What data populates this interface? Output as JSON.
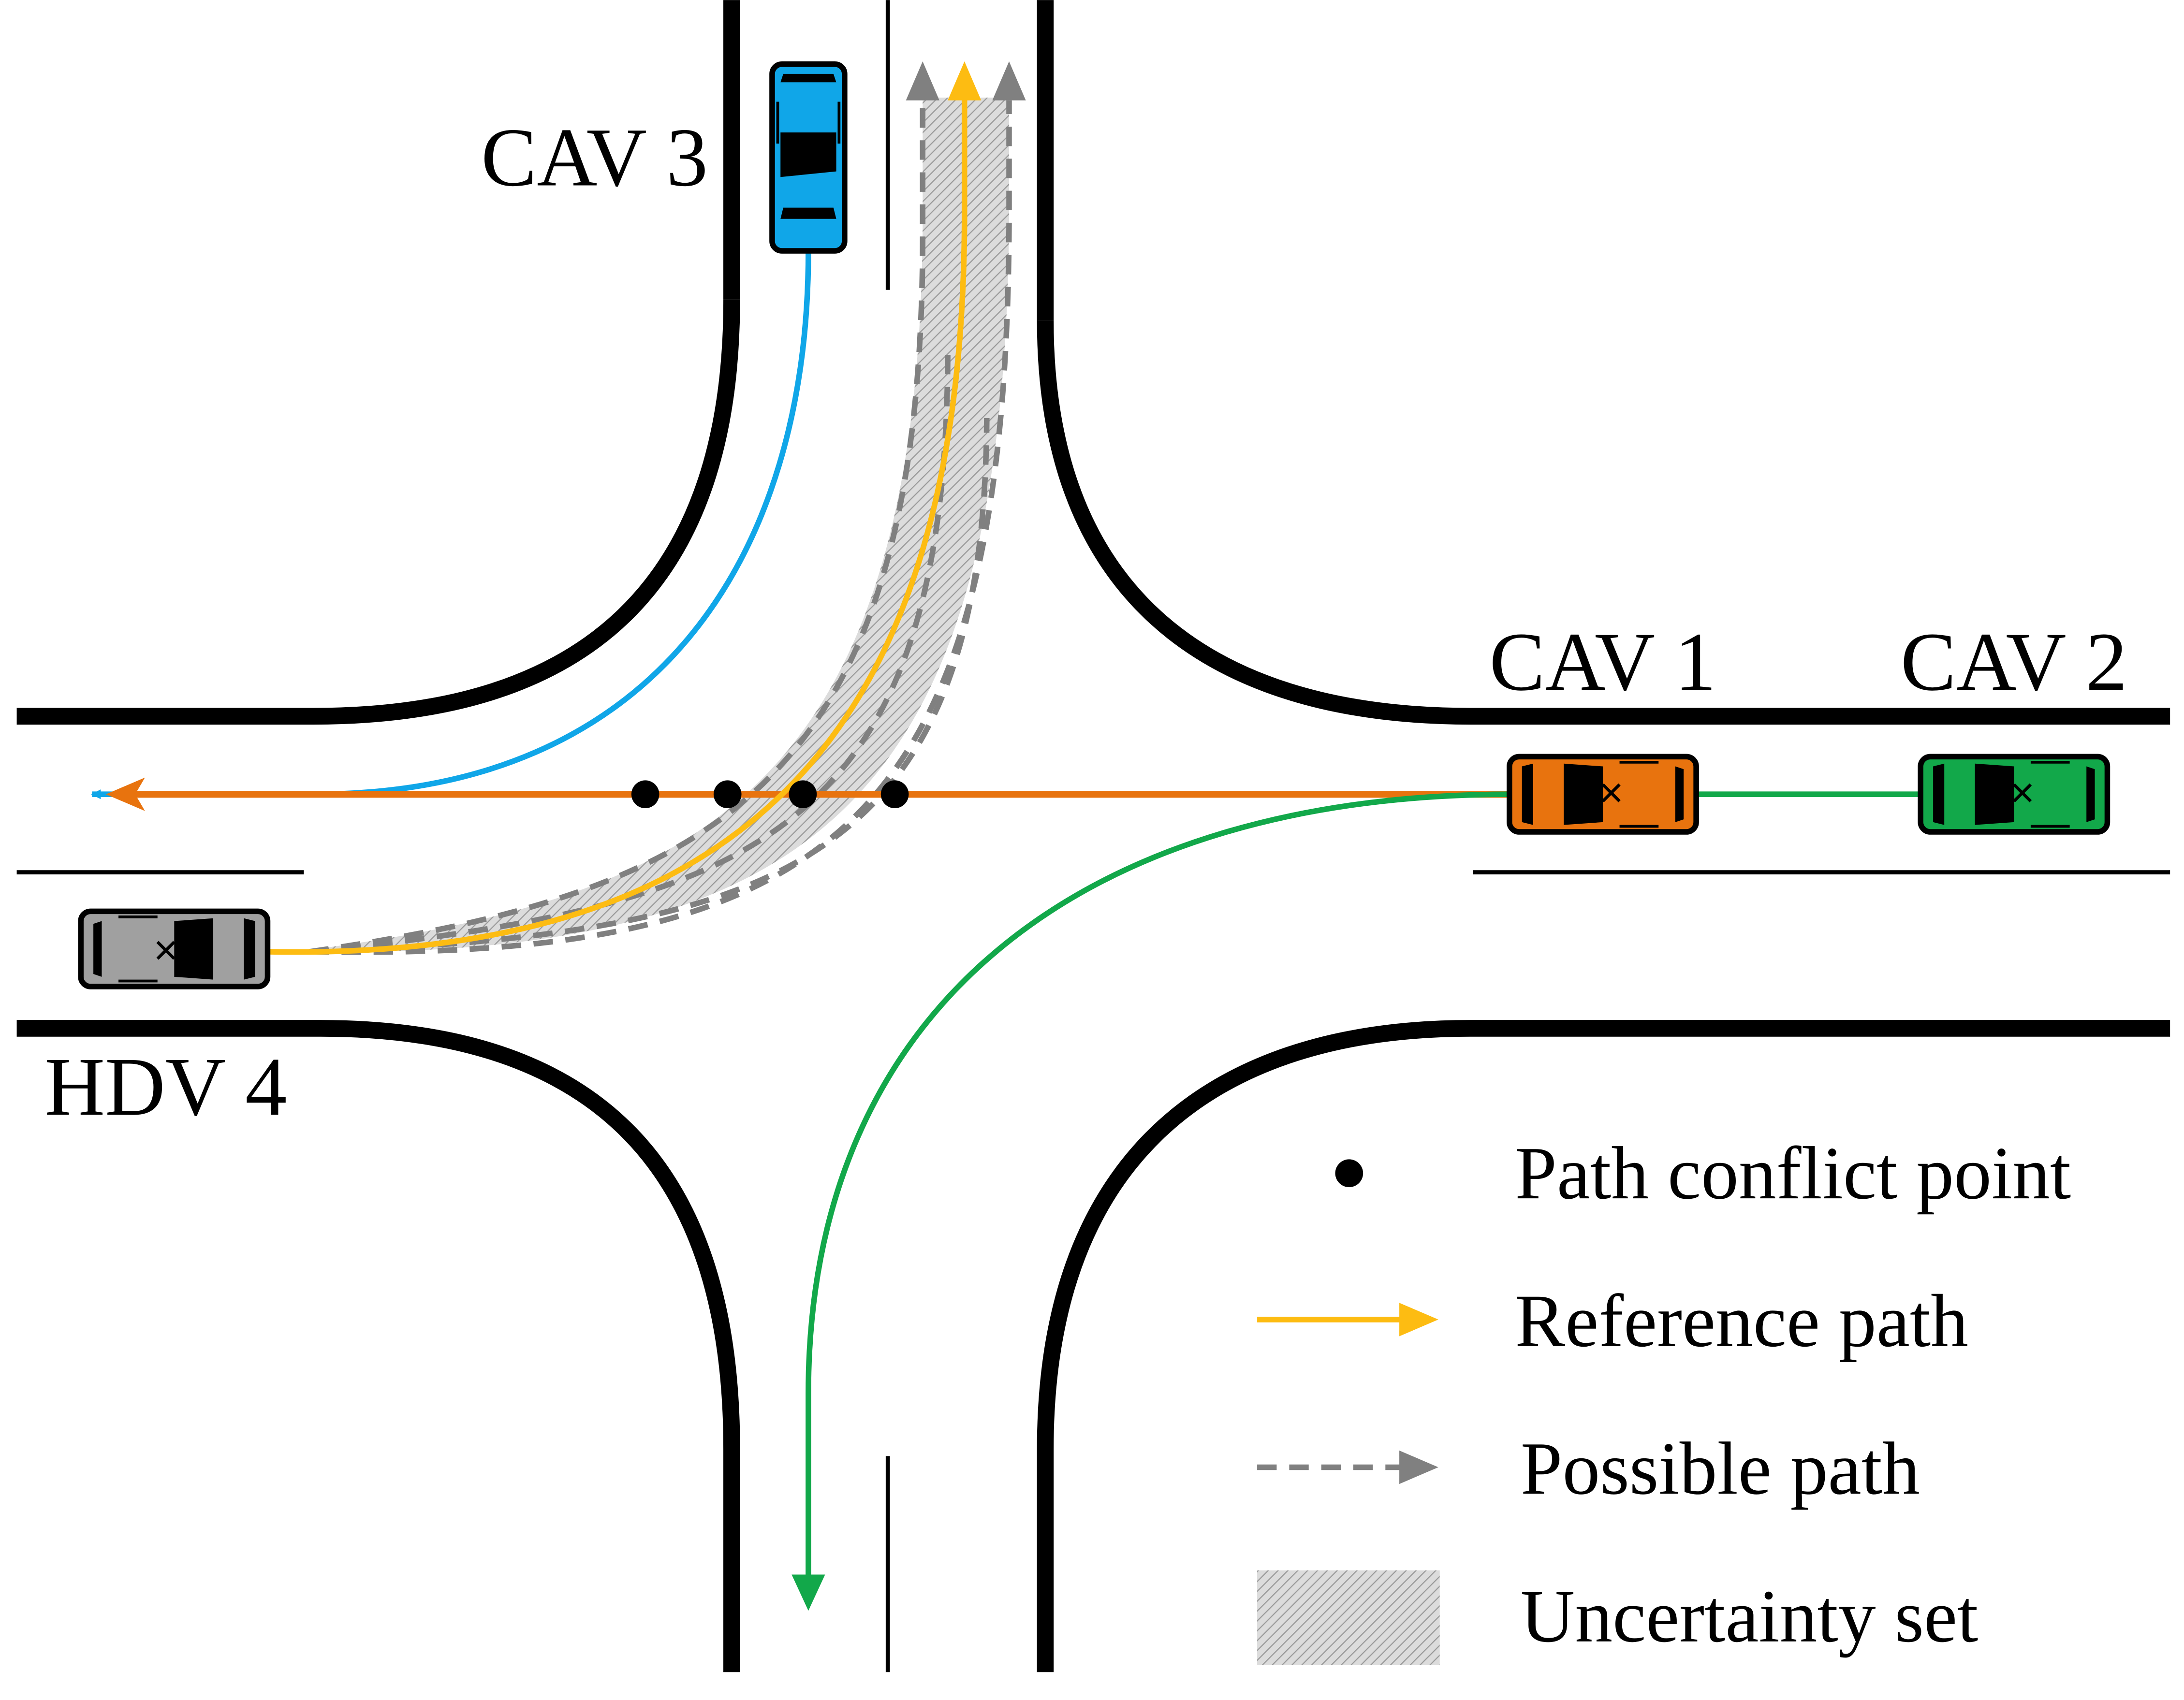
{
  "labels": {
    "cav3": "CAV 3",
    "cav1": "CAV 1",
    "cav2": "CAV 2",
    "hdv4": "HDV 4"
  },
  "legend": {
    "conflict": "Path conflict point",
    "reference": "Reference path",
    "possible": "Possible path",
    "uncertainty": "Uncertainty set"
  },
  "colors": {
    "cav1": "#E8730E",
    "cav2": "#12A84A",
    "cav3": "#10A6E8",
    "hdv4": "#A0A0A0",
    "reference": "#FDBC12",
    "possible": "#808080",
    "conflict": "#000000"
  }
}
